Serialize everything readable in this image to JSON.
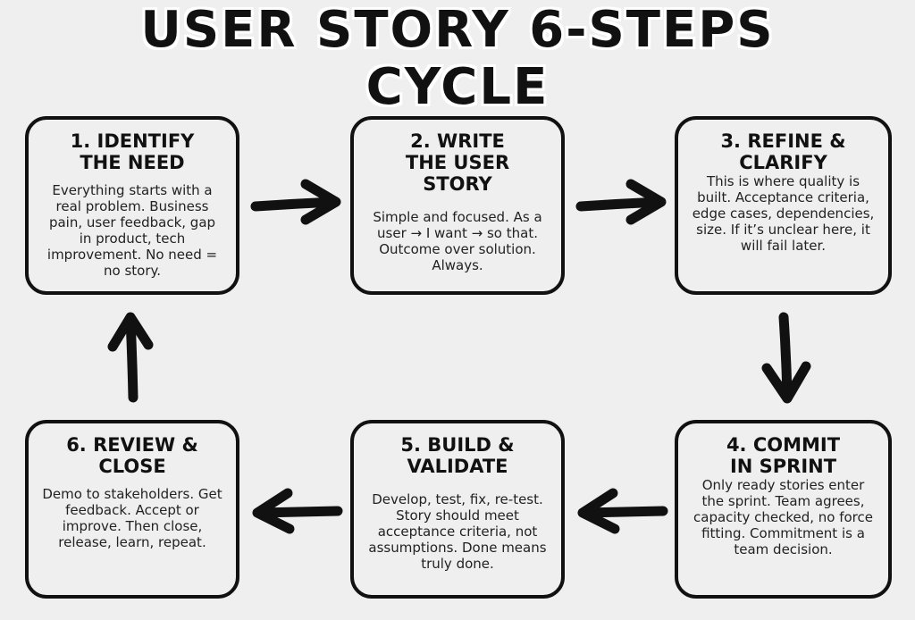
{
  "title": {
    "line1": "USER STORY 6-STEPS",
    "line2": "CYCLE"
  },
  "steps": [
    {
      "heading": "1. IDENTIFY THE NEED",
      "text": "Everything starts with a real problem. Business pain, user feedback, gap in product, tech improvement. No need = no story."
    },
    {
      "heading": "2. WRITE THE USER STORY",
      "text": "Simple and focused. As a user → I want → so that. Outcome over solution. Always."
    },
    {
      "heading": "3. REFINE & CLARIFY",
      "text": "This is where quality is built. Acceptance criteria, edge cases, dependencies, size. If it’s unclear here, it will fail later."
    },
    {
      "heading": "4. COMMIT IN SPRINT",
      "text": "Only ready stories enter the sprint. Team agrees, capacity checked, no force fitting. Commitment is a team decision."
    },
    {
      "heading": "5. BUILD & VALIDATE",
      "text": "Develop, test, fix, re-test. Story should meet acceptance criteria, not assumptions. Done means truly done."
    },
    {
      "heading": "6. REVIEW & CLOSE",
      "text": "Demo to stakeholders. Get feedback. Accept or improve. Then close, release, learn, repeat."
    }
  ]
}
